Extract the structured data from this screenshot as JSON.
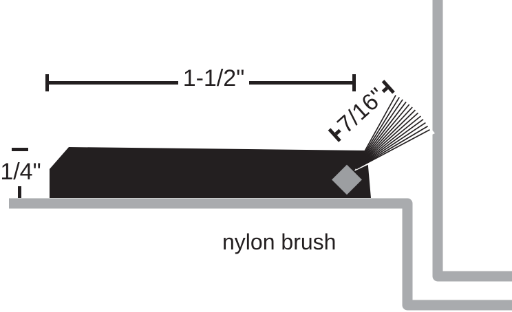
{
  "diagram": {
    "type": "cross-section technical drawing of a door sweep with nylon brush",
    "labels": {
      "overall_width": "1-1/2\"",
      "strip_height": "1/4\"",
      "brush_length": "7/16\"",
      "caption": "nylon brush"
    },
    "colors": {
      "line_black": "#231f20",
      "metal_gray": "#a9abae",
      "holder_gray": "#9c9ea1",
      "background": "#ffffff"
    }
  }
}
